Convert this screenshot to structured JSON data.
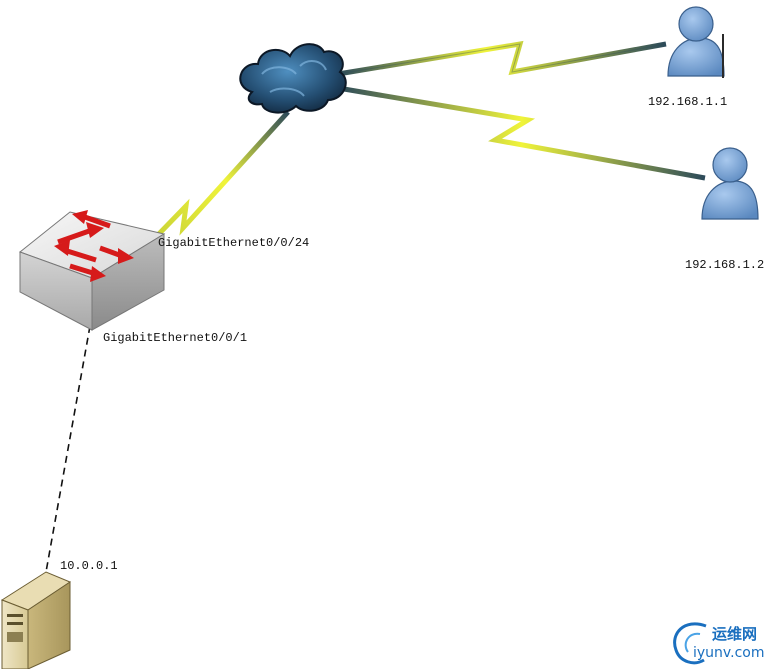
{
  "labels": {
    "host1_ip": "192.168.1.1",
    "host2_ip": "192.168.1.2",
    "switch_port_uplink": "GigabitEthernet0/0/24",
    "switch_port_server": "GigabitEthernet0/0/1",
    "server_ip": "10.0.0.1"
  },
  "watermark": {
    "cn": "运维网",
    "en": "iyunv.com"
  },
  "icons": {
    "cloud": "cloud-icon",
    "switch": "switch-icon",
    "server": "server-icon",
    "user1": "user-icon",
    "user2": "user-icon"
  },
  "colors": {
    "lightning": "#e8ee3a",
    "link_dark": "#2c4a5a",
    "user_blue": "#7aa7d8",
    "cloud_blue": "#2d5f86",
    "arrow_red": "#d61a1a",
    "watermark_blue": "#1a6fbf"
  }
}
